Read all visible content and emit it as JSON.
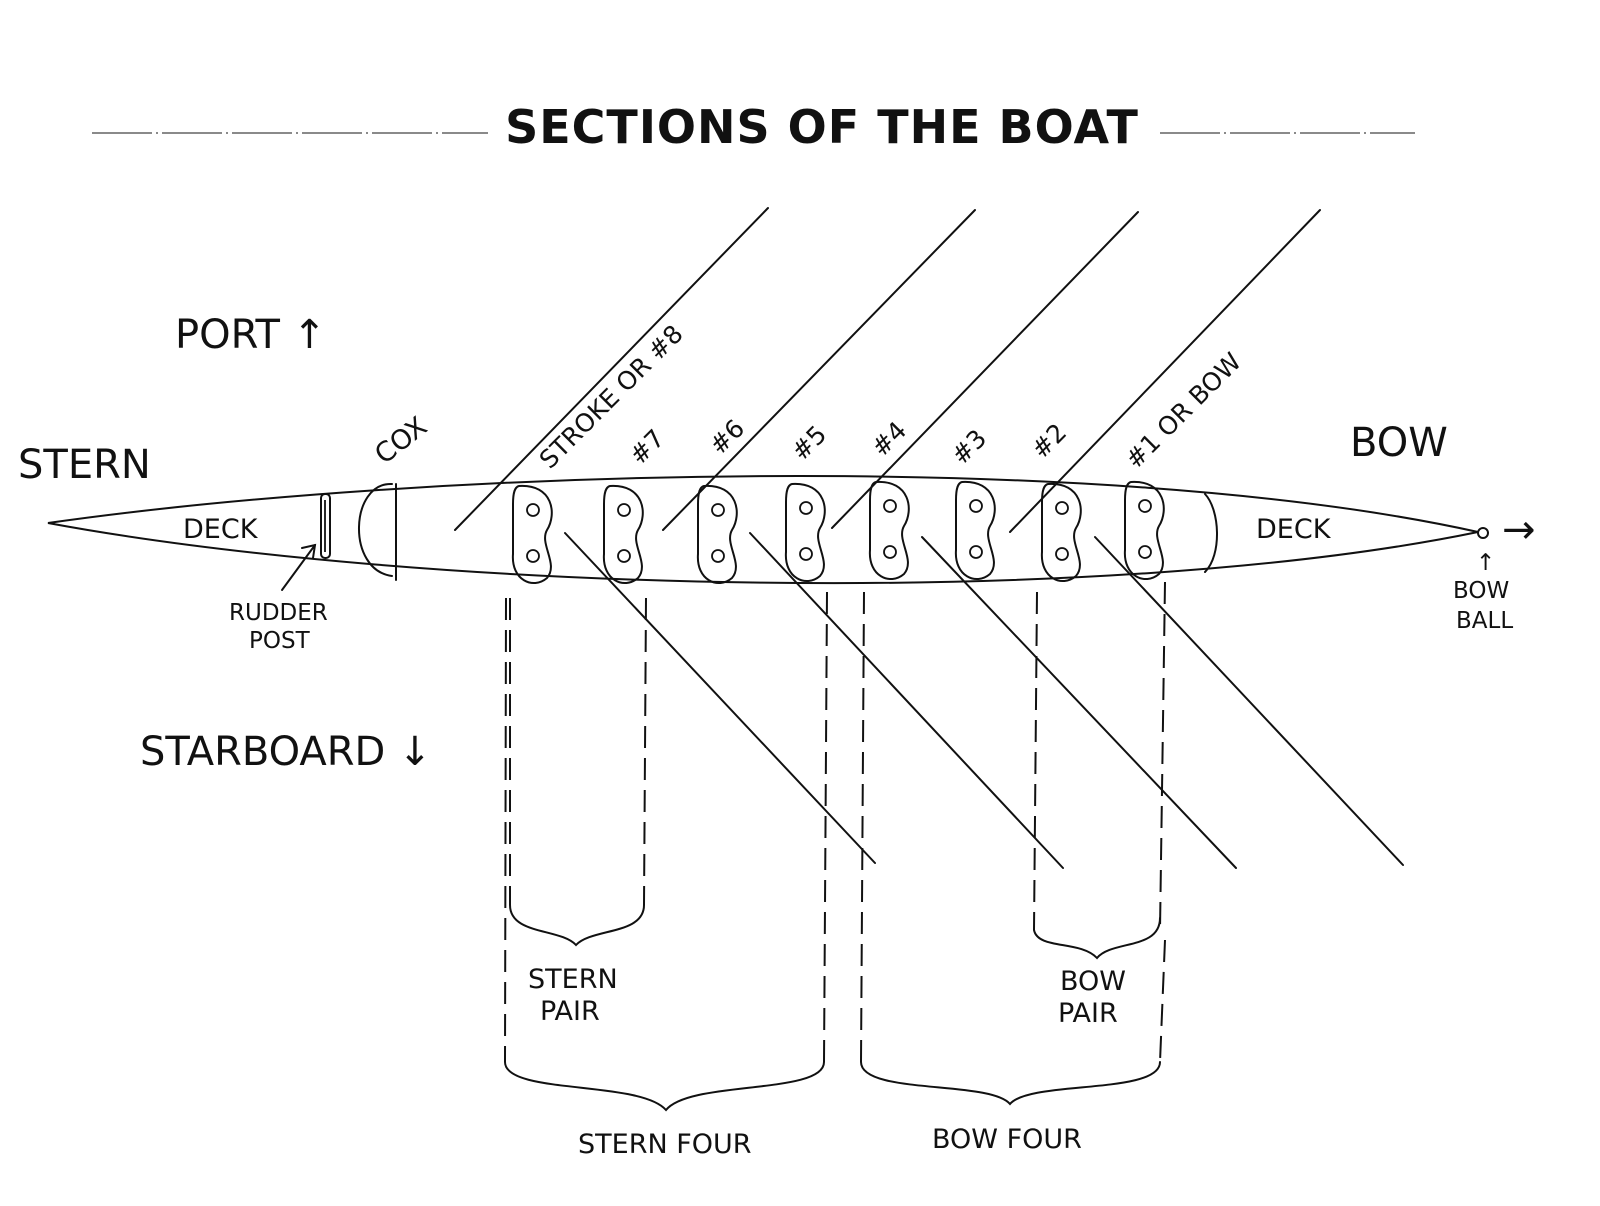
{
  "title": "SECTIONS OF THE BOAT",
  "directions": {
    "port": "PORT ↑",
    "starboard": "STARBOARD ↓",
    "stern": "STERN",
    "bow": "BOW"
  },
  "hull_labels": {
    "stern_deck": "DECK",
    "bow_deck": "DECK",
    "rudder_post_line1": "RUDDER",
    "rudder_post_line2": "POST",
    "bow_ball_line1": "BOW",
    "bow_ball_line2": "BALL",
    "bow_arrow": "→",
    "up_arrow": "↑"
  },
  "seat_labels": {
    "cox": "COX",
    "stroke": "STROKE OR #8",
    "seat7": "#7",
    "seat6": "#6",
    "seat5": "#5",
    "seat4": "#4",
    "seat3": "#3",
    "seat2": "#2",
    "seat1": "#1 OR BOW"
  },
  "groups": {
    "stern_pair_line1": "STERN",
    "stern_pair_line2": "PAIR",
    "bow_pair_line1": "BOW",
    "bow_pair_line2": "PAIR",
    "stern_four": "STERN FOUR",
    "bow_four": "BOW FOUR"
  }
}
